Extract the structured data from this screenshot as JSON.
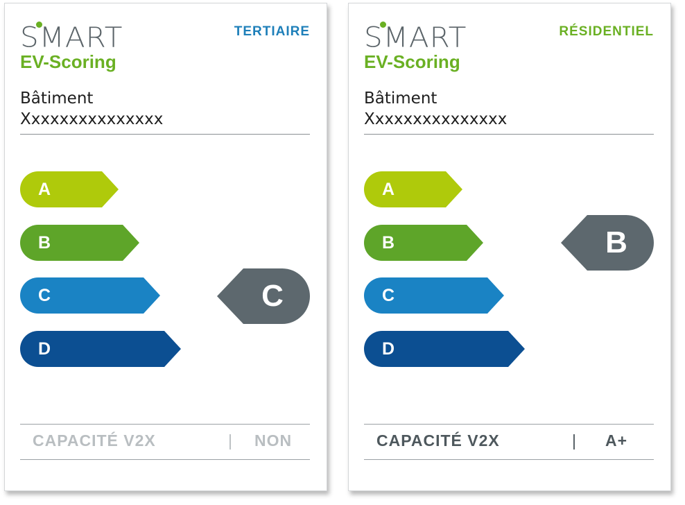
{
  "brand": {
    "logo_text": "SMART",
    "subtitle": "EV-Scoring",
    "dot_color": "#6ab023"
  },
  "rating_classes": [
    {
      "letter": "A",
      "color": "#afca0b"
    },
    {
      "letter": "B",
      "color": "#5ea529"
    },
    {
      "letter": "C",
      "color": "#1a83c4"
    },
    {
      "letter": "D",
      "color": "#0c4f92"
    }
  ],
  "cards": [
    {
      "category": "TERTIAIRE",
      "category_color": "#1e7fb9",
      "building_label": "Bâtiment",
      "building_name": "Xxxxxxxxxxxxxxx",
      "score": "C",
      "score_color": "#5d686e",
      "v2x_label": "CAPACITÉ V2X",
      "v2x_separator": "|",
      "v2x_value": "NON",
      "v2x_text_color": "#b9bec1"
    },
    {
      "category": "RÉSIDENTIEL",
      "category_color": "#6ab023",
      "building_label": "Bâtiment",
      "building_name": "Xxxxxxxxxxxxxxx",
      "score": "B",
      "score_color": "#5d686e",
      "v2x_label": "CAPACITÉ V2X",
      "v2x_separator": "|",
      "v2x_value": "A+",
      "v2x_text_color": "#4e585d"
    }
  ]
}
